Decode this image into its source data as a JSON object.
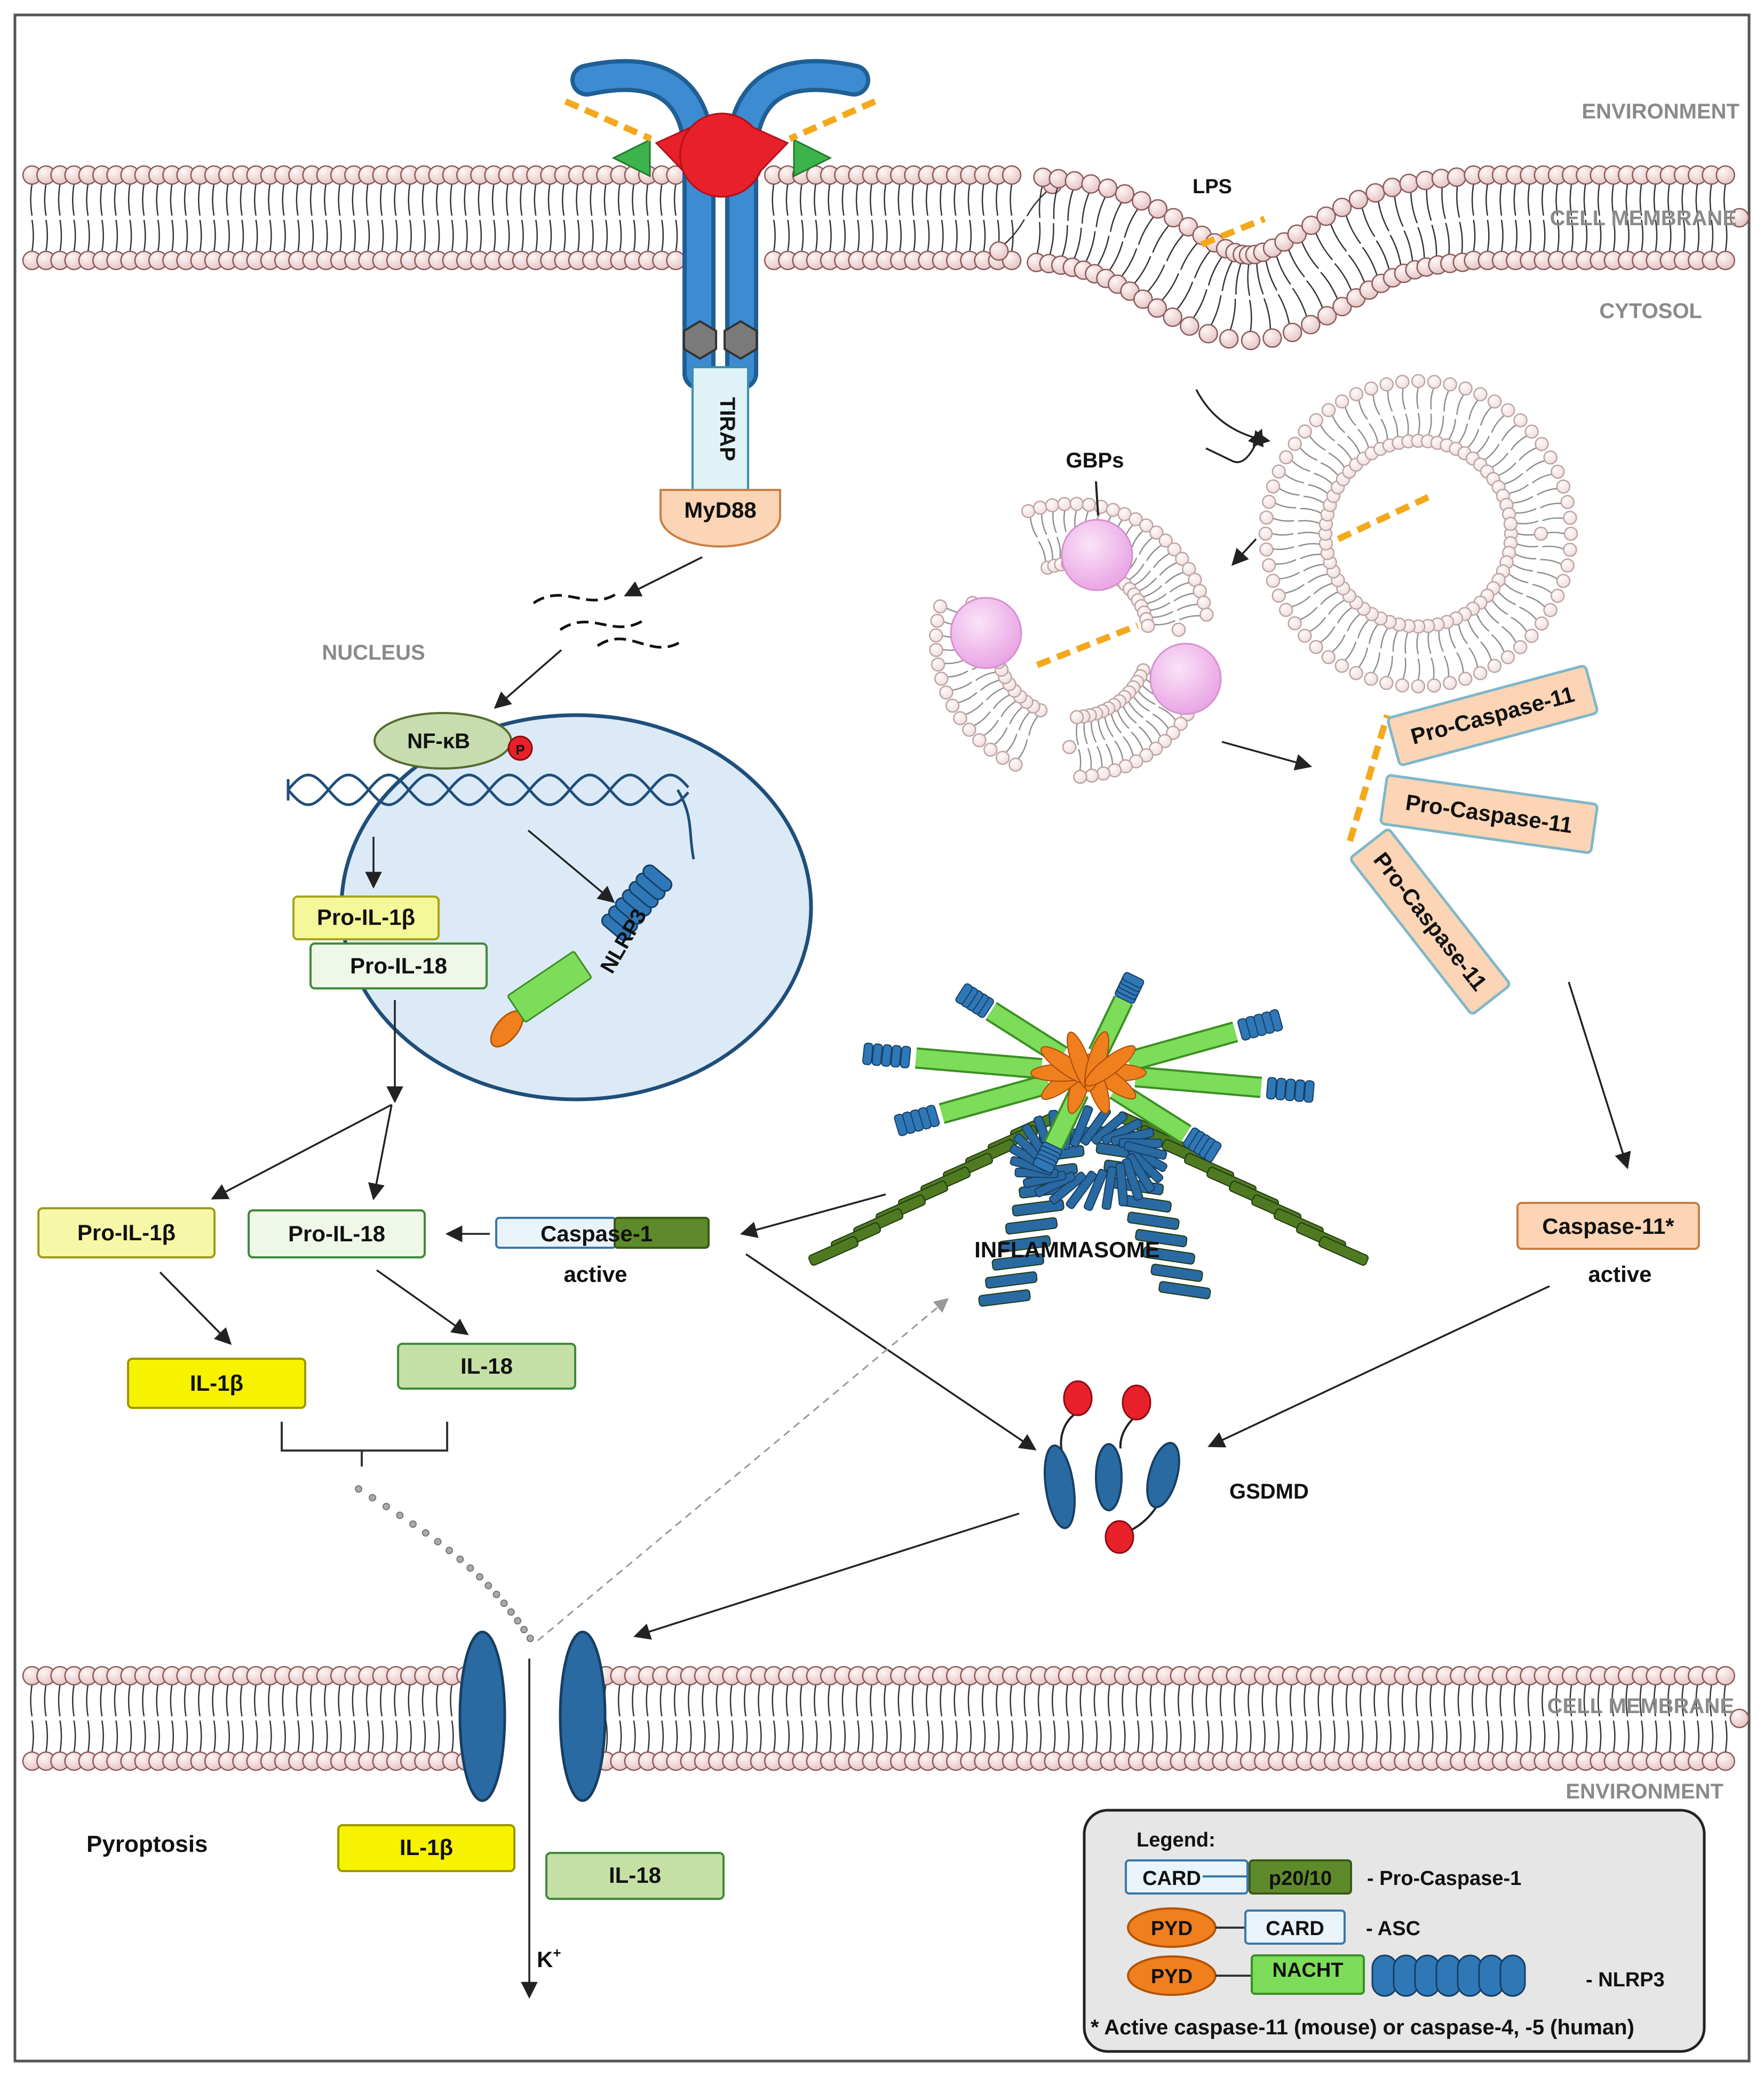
{
  "regions": {
    "environment_top": "ENVIRONMENT",
    "cell_membrane_top": "CELL MEMBRANE",
    "cytosol": "CYTOSOL",
    "cell_membrane_bottom": "CELL MEMBRANE",
    "environment_bottom": "ENVIRONMENT",
    "nucleus": "NUCLEUS"
  },
  "labels": {
    "lps": "LPS",
    "tirap": "TIRAP",
    "myd88": "MyD88",
    "gbps": "GBPs",
    "nfkb": "NF-κB",
    "phospho": "P",
    "nlrp3": "NLRP3",
    "inflammasome": "INFLAMMASOME",
    "gsdmd": "GSDMD",
    "pyroptosis": "Pyroptosis",
    "potassium": "K",
    "potassium_sup": "+",
    "caspase1": "Caspase-1",
    "caspase1_state": "active",
    "caspase11_active": "Caspase-11*",
    "caspase11_state": "active"
  },
  "boxes": {
    "nucleus_pro_il1b": "Pro-IL-1β",
    "nucleus_pro_il18": "Pro-IL-18",
    "cyto_pro_il1b": "Pro-IL-1β",
    "cyto_pro_il18": "Pro-IL-18",
    "il1b": "IL-1β",
    "il18": "IL-18",
    "out_il1b": "IL-1β",
    "out_il18": "IL-18",
    "pro_casp11_a": "Pro-Caspase-11",
    "pro_casp11_b": "Pro-Caspase-11",
    "pro_casp11_c": "Pro-Caspase-11"
  },
  "legend": {
    "title": "Legend:",
    "card": "CARD",
    "p2010": "p20/10",
    "pro_casp1": "- Pro-Caspase-1",
    "pyd": "PYD",
    "card2": "CARD",
    "asc": "- ASC",
    "pyd2": "PYD",
    "nacht": "NACHT",
    "nlrp3": "- NLRP3",
    "footnote": "* Active caspase-11 (mouse) or caspase-4, -5 (human)"
  },
  "colors": {
    "receptor_blue": "#2f78b8",
    "ligand_red": "#e8202a",
    "ligand_green": "#3cb44b",
    "lps_orange": "#f4a81c",
    "lipid_head": "#f2dede",
    "il1b_yellow": "#f7f200",
    "il18_green": "#c5e0a5",
    "caspase_peach": "#fbd5b5",
    "inflammasome_orange": "#f07f1e",
    "nacht_green": "#7ddc5a",
    "p2010_olive": "#5f8a2c",
    "nucleus_fill": "#dbeaf6",
    "gbp_pink": "#f3c4f0",
    "legend_bg": "#e6e6e6"
  }
}
